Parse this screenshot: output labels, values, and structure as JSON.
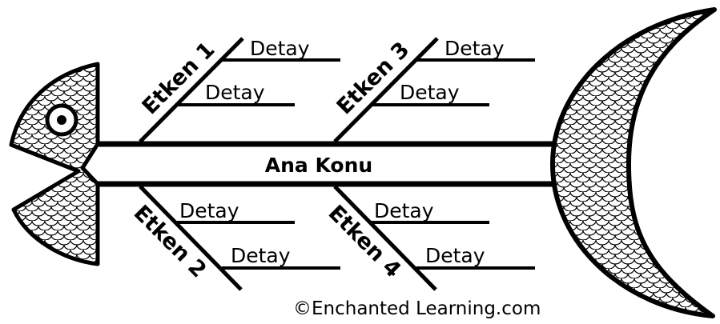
{
  "diagram": {
    "main_topic": "Ana Konu",
    "factors": [
      {
        "label": "Etken 1",
        "details": [
          "Detay",
          "Detay"
        ]
      },
      {
        "label": "Etken 2",
        "details": [
          "Detay",
          "Detay"
        ]
      },
      {
        "label": "Etken 3",
        "details": [
          "Detay",
          "Detay"
        ]
      },
      {
        "label": "Etken 4",
        "details": [
          "Detay",
          "Detay"
        ]
      }
    ],
    "copyright": "©Enchanted Learning.com"
  },
  "icons": {
    "head": "fish-head-icon",
    "eye": "fish-eye-icon",
    "tail": "fish-tail-icon"
  },
  "colors": {
    "ink": "#000000",
    "paper": "#ffffff"
  }
}
